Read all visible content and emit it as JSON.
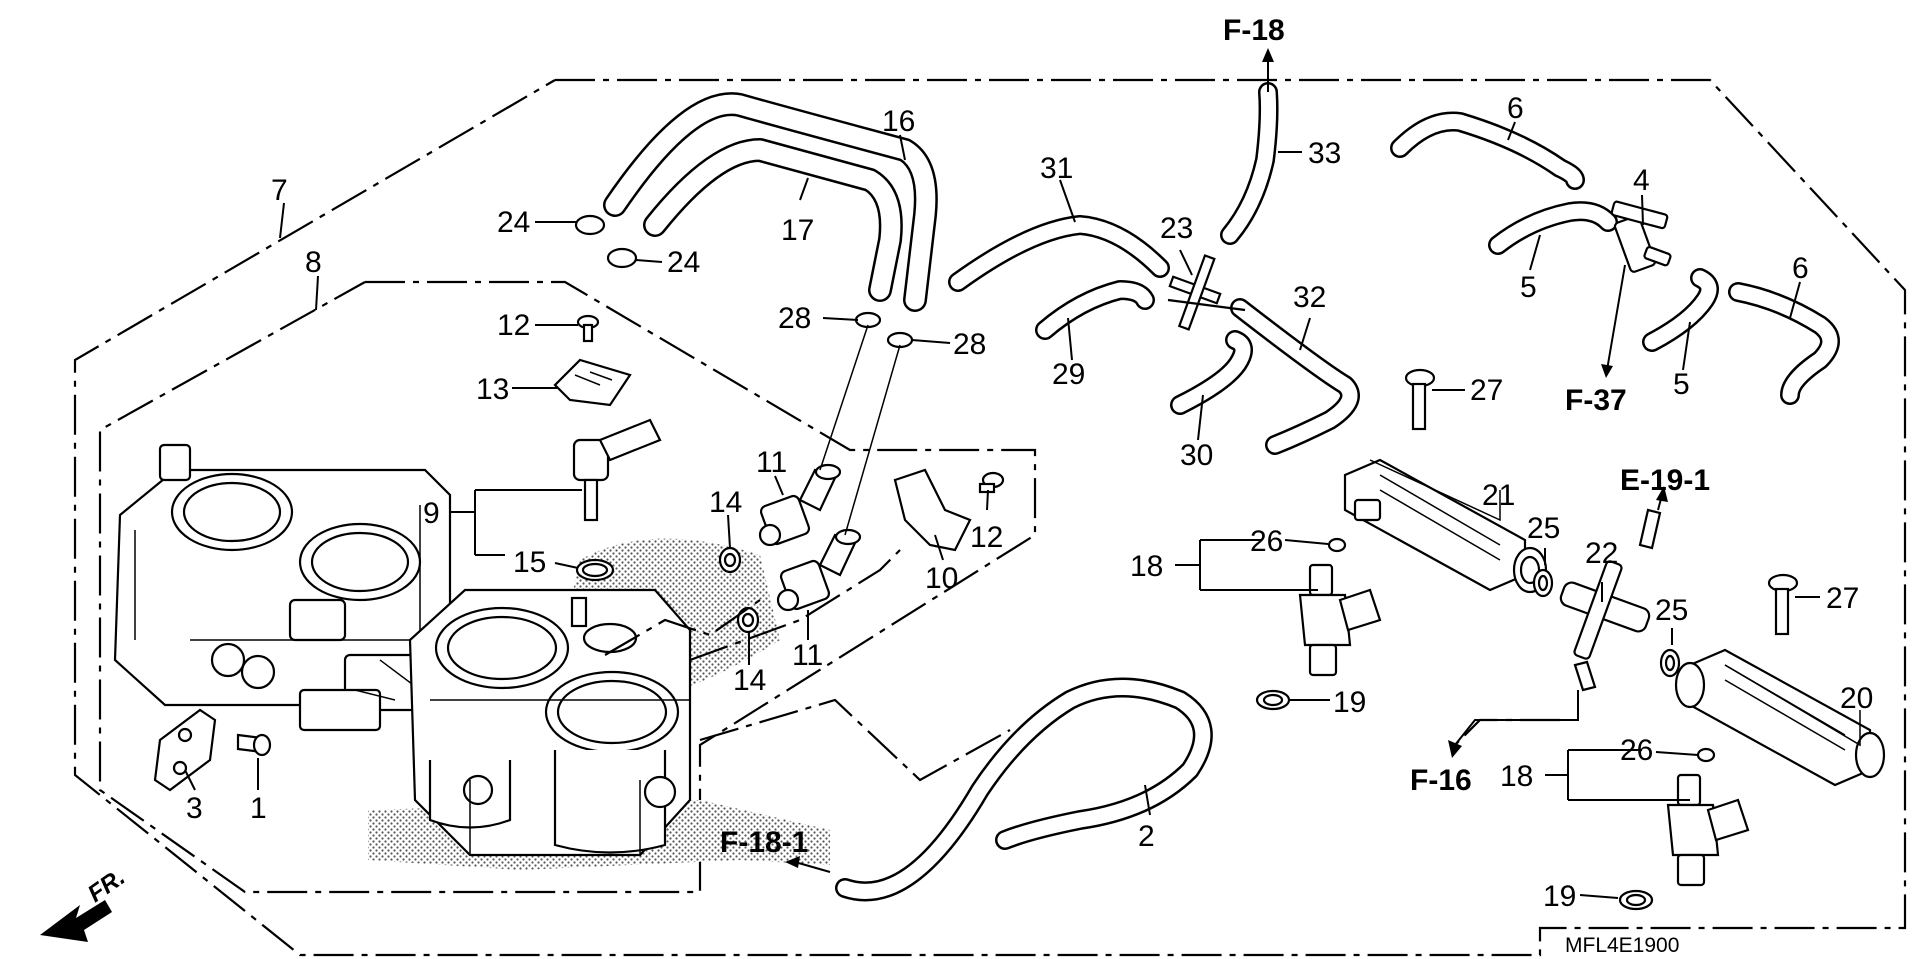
{
  "diagram_code": "MFL4E1900",
  "front_marker": "FR.",
  "refs": {
    "f18": "F-18",
    "f181": "F-18-1",
    "f37": "F-37",
    "f16": "F-16",
    "e191": "E-19-1"
  },
  "part_numbers": {
    "p1": "1",
    "p2": "2",
    "p3": "3",
    "p4": "4",
    "p5a": "5",
    "p5b": "5",
    "p6a": "6",
    "p6b": "6",
    "p7": "7",
    "p8": "8",
    "p9": "9",
    "p10": "10",
    "p11a": "11",
    "p11b": "11",
    "p12a": "12",
    "p12b": "12",
    "p13": "13",
    "p14a": "14",
    "p14b": "14",
    "p15": "15",
    "p16": "16",
    "p17": "17",
    "p18a": "18",
    "p18b": "18",
    "p19a": "19",
    "p19b": "19",
    "p20": "20",
    "p21": "21",
    "p22": "22",
    "p23": "23",
    "p24a": "24",
    "p24b": "24",
    "p25a": "25",
    "p25b": "25",
    "p26a": "26",
    "p26b": "26",
    "p27a": "27",
    "p27b": "27",
    "p28a": "28",
    "p28b": "28",
    "p29": "29",
    "p30": "30",
    "p31": "31",
    "p32": "32",
    "p33": "33"
  }
}
